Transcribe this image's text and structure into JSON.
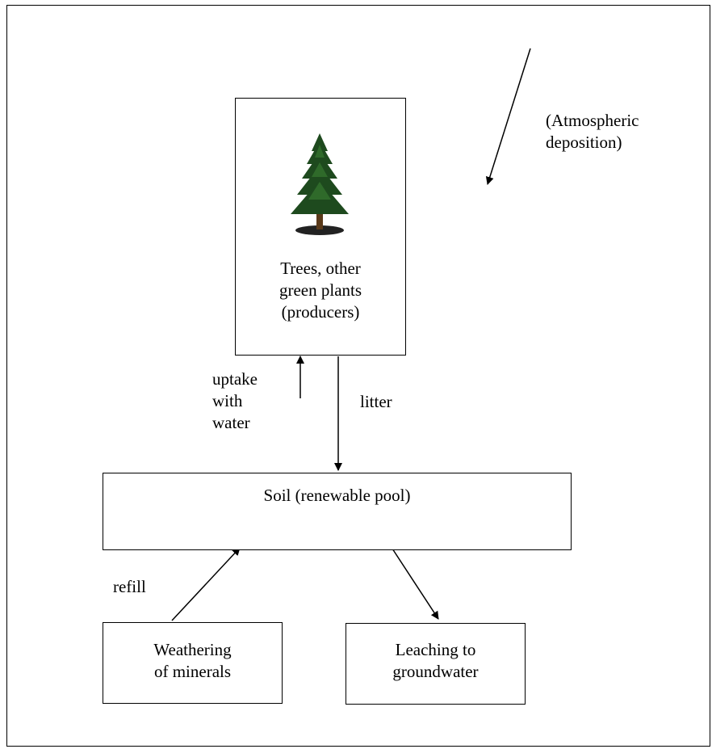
{
  "diagram": {
    "producers_label": "Trees, other\ngreen plants\n(producers)",
    "soil_label": "Soil  (renewable pool)",
    "weathering_label": "Weathering\nof  minerals",
    "leaching_label": "Leaching to\ngroundwater",
    "deposition_label": "(Atmospheric\ndeposition)",
    "uptake_label": "uptake\nwith\nwater",
    "litter_label": "litter",
    "refill_label": "refill",
    "tree_icon": "conifer-tree-icon"
  }
}
